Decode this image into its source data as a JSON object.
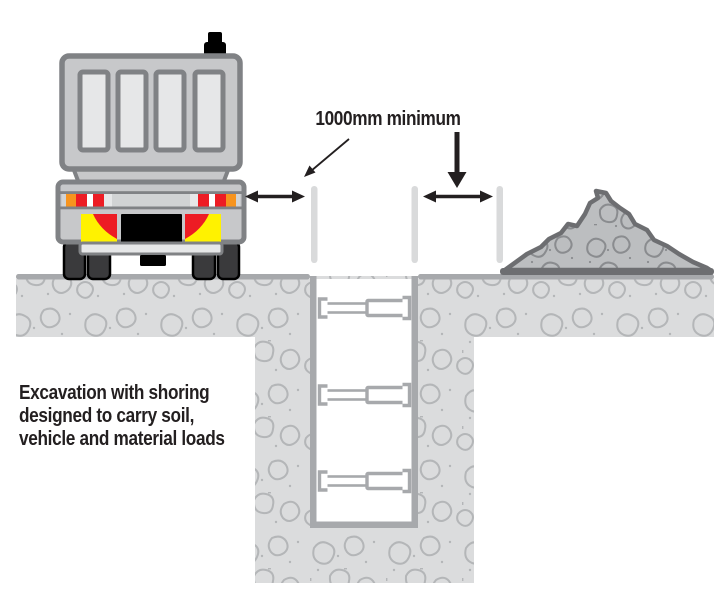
{
  "diagram": {
    "title_implicit": "Excavation shoring clearance diagram",
    "clearance_label": "1000mm minimum",
    "caption": {
      "line1": "Excavation with shoring",
      "line2": "designed to carry soil,",
      "line3": "vehicle and material loads"
    },
    "elements": [
      "truck-rear-view",
      "spoil-pile",
      "excavation-trench-with-shoring",
      "three-shoring-posts-above-ground",
      "three-trench-struts",
      "clearance-arrows"
    ],
    "colors": {
      "text": "#231f20",
      "arrow": "#231f20",
      "soil_fill": "#dbdcdd",
      "soil_stone_outline": "#b4b6b8",
      "ground_line": "#a7a9ac",
      "shoring_panel": "#a7a9ac",
      "shoring_post": "#d9dadb",
      "pile_fill": "#bcbec0",
      "pile_outline": "#6d6e71",
      "pile_stone_outline": "#8a8c8f",
      "truck_body": "#c7c8ca",
      "truck_outline": "#808285",
      "truck_panel": "#e6e7e8",
      "reflective_orange": "#f7941e",
      "reflective_red": "#ed1c24",
      "marker_yellow": "#fff200",
      "plate_black": "#000000",
      "wheel": "#3a3a3c"
    }
  }
}
